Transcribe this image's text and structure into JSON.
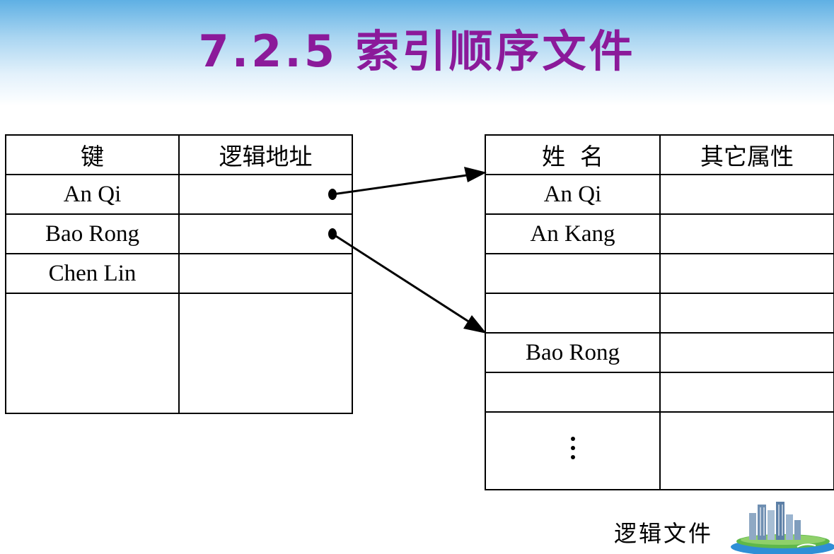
{
  "slide": {
    "title": "7.2.5 索引顺序文件",
    "footer_label": "逻辑文件",
    "colors": {
      "title": "#8b1a9a",
      "header_band": "#5fb0e4"
    }
  },
  "index_table": {
    "headers": [
      "键",
      "逻辑地址"
    ],
    "rows": [
      {
        "key": "An Qi",
        "addr": ""
      },
      {
        "key": "Bao Rong",
        "addr": ""
      },
      {
        "key": "Chen Lin",
        "addr": ""
      },
      {
        "key": "",
        "addr": ""
      }
    ]
  },
  "main_table": {
    "headers": [
      "姓  名",
      "其它属性"
    ],
    "rows": [
      {
        "name": "An Qi",
        "other": ""
      },
      {
        "name": "An Kang",
        "other": ""
      },
      {
        "name": "",
        "other": ""
      },
      {
        "name": "",
        "other": ""
      },
      {
        "name": "Bao Rong",
        "other": ""
      },
      {
        "name": "",
        "other": ""
      },
      {
        "name": "⋮",
        "other": ""
      }
    ]
  },
  "pointers": [
    {
      "from_row": "An Qi",
      "to_row": "An Qi"
    },
    {
      "from_row": "Bao Rong",
      "to_row": "Bao Rong"
    }
  ],
  "icons": [
    "pointer-dot-icon",
    "arrowhead-icon",
    "city-island-icon"
  ]
}
